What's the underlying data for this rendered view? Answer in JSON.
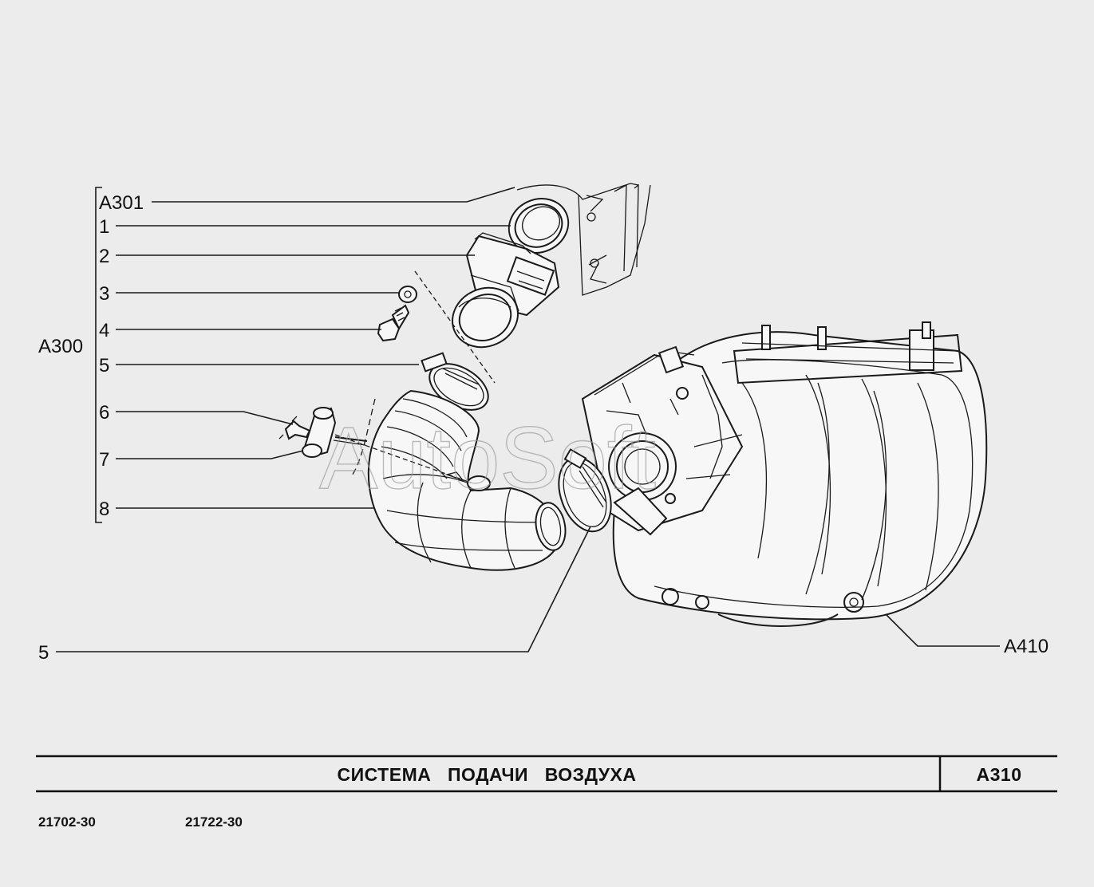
{
  "callouts_left": [
    {
      "id": "A301",
      "text": "A301"
    },
    {
      "id": "1",
      "text": "1"
    },
    {
      "id": "2",
      "text": "2"
    },
    {
      "id": "3",
      "text": "3"
    },
    {
      "id": "4",
      "text": "4"
    },
    {
      "id": "5",
      "text": "5"
    },
    {
      "id": "6",
      "text": "6"
    },
    {
      "id": "7",
      "text": "7"
    },
    {
      "id": "8",
      "text": "8"
    }
  ],
  "group_label": "A300",
  "callout_bottom": "5",
  "callout_right": "A410",
  "watermark": "AutoSoft",
  "title_block": {
    "title": "СИСТЕМА   ПОДАЧИ   ВОЗДУХА",
    "code": "A310"
  },
  "models": [
    "21702-30",
    "21722-30"
  ]
}
